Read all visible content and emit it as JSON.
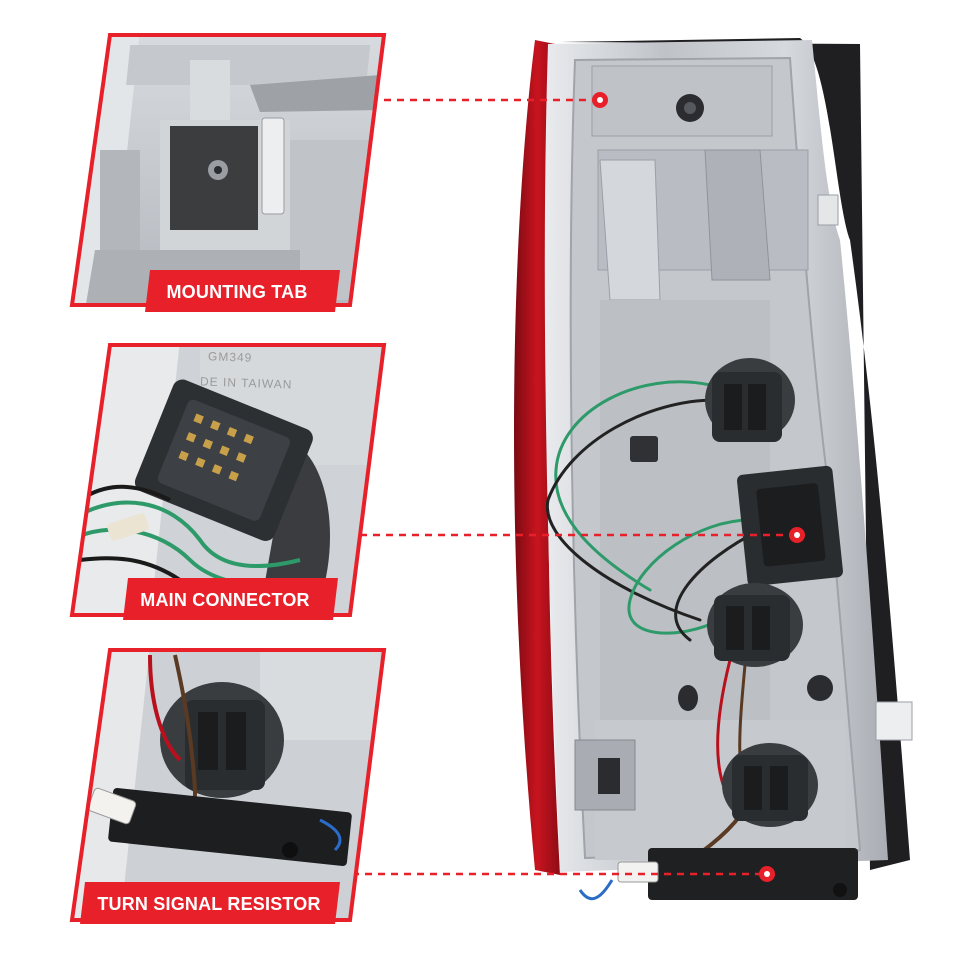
{
  "callouts": {
    "mounting_tab": "MOUNTING TAB",
    "main_connector": "MAIN CONNECTOR",
    "turn_signal_resistor": "TURN SIGNAL RESISTOR"
  },
  "embossed_text": {
    "part_number": "GM349",
    "origin": "DE IN TAIWAN"
  },
  "colors": {
    "accent_red": "#e8202a",
    "housing_red": "#b8101c",
    "connector_black": "#2a2d30",
    "wire_green": "#2e9a6a",
    "housing_silver": "#c9ccd0"
  }
}
